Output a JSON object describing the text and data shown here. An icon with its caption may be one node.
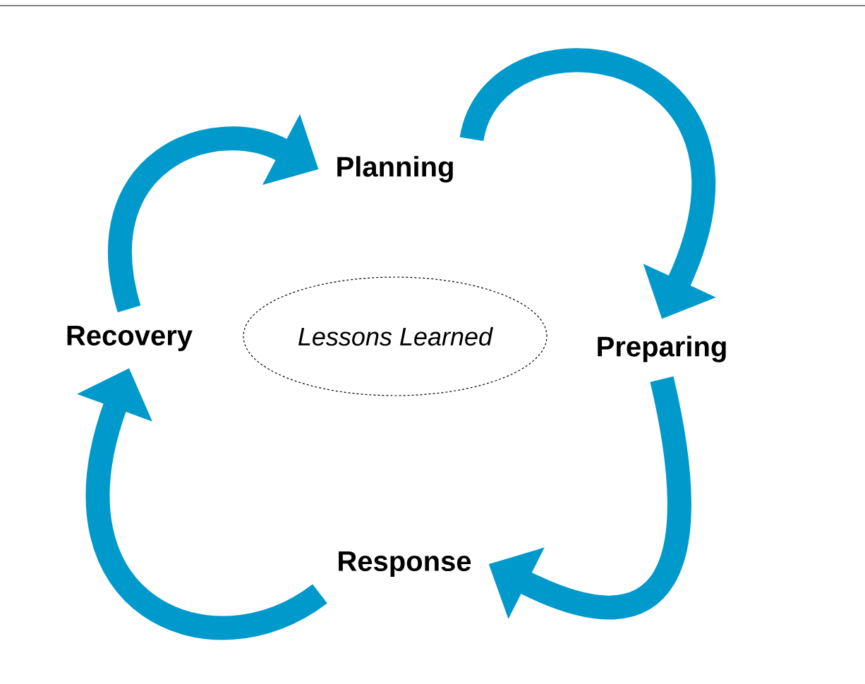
{
  "diagram": {
    "nodes": [
      {
        "text": [
          "Planning"
        ]
      },
      {
        "text": [
          "Preparing"
        ]
      },
      {
        "text": [
          "Response"
        ]
      },
      {
        "text": [
          "Recovery"
        ]
      },
      {
        "text": [
          "Lessons Learned"
        ]
      }
    ],
    "edges": [
      {
        "from": 0,
        "to": 1,
        "arrow": "to"
      },
      {
        "from": 1,
        "to": 2,
        "arrow": "to"
      },
      {
        "from": 2,
        "to": 3,
        "arrow": "to"
      },
      {
        "from": 3,
        "to": 0,
        "arrow": "to"
      }
    ]
  }
}
